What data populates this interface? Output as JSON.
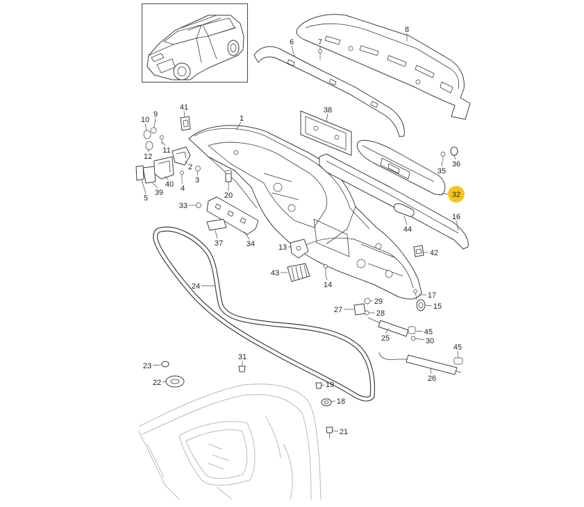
{
  "diagram": {
    "callouts": [
      "8",
      "6",
      "7",
      "41",
      "10",
      "9",
      "1",
      "38",
      "11",
      "12",
      "35",
      "36",
      "2",
      "3",
      "4",
      "40",
      "39",
      "5",
      "20",
      "33",
      "16",
      "44",
      "37",
      "34",
      "13",
      "42",
      "43",
      "14",
      "24",
      "17",
      "29",
      "15",
      "27",
      "28",
      "45",
      "30",
      "25",
      "45",
      "31",
      "23",
      "22",
      "26",
      "19",
      "18",
      "21"
    ],
    "highlighted_callout": {
      "label": "32",
      "color": "#f5c518"
    }
  },
  "colors": {
    "line": "#3a3a3a",
    "body_outline": "#b8b8b8",
    "highlight": "#f5c518"
  }
}
